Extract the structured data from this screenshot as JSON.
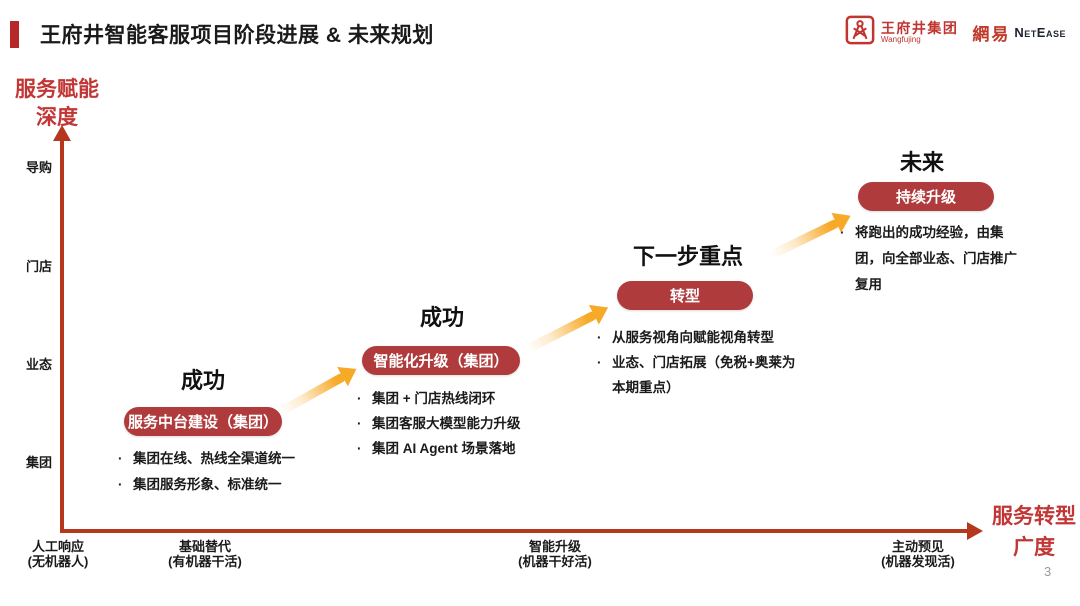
{
  "header": {
    "title": "王府井智能客服项目阶段进展 & 未来规划",
    "logos": {
      "wangfujing_name": "王府井集团",
      "wangfujing_sub": "Wangfujing",
      "netease_cn": "網易",
      "netease_en": "NetEase"
    }
  },
  "y_axis": {
    "label_line1": "服务赋能",
    "label_line2": "深度",
    "ticks": [
      "导购",
      "门店",
      "业态",
      "集团"
    ]
  },
  "x_axis": {
    "label_line1": "服务转型",
    "label_line2": "广度",
    "ticks": [
      {
        "line1": "人工响应",
        "line2": "(无机器人)"
      },
      {
        "line1": "基础替代",
        "line2": "(有机器干活)"
      },
      {
        "line1": "智能升级",
        "line2": "(机器干好活)"
      },
      {
        "line1": "主动预见",
        "line2": "(机器发现活)"
      }
    ]
  },
  "stages": [
    {
      "heading": "成功",
      "pill": "服务中台建设（集团）",
      "bullets": [
        "集团在线、热线全渠道统一",
        "集团服务形象、标准统一"
      ]
    },
    {
      "heading": "成功",
      "pill": "智能化升级（集团）",
      "bullets": [
        "集团 + 门店热线闭环",
        "集团客服大模型能力升级",
        "集团 AI Agent 场景落地"
      ]
    },
    {
      "heading": "下一步重点",
      "pill": "转型",
      "bullets": [
        "从服务视角向赋能视角转型",
        "业态、门店拓展（免税+奥莱为本期重点）"
      ]
    },
    {
      "heading": "未来",
      "pill": "持续升级",
      "bullets": [
        "将跑出的成功经验，由集团，向全部业态、门店推广复用"
      ]
    }
  ],
  "page_number": "3",
  "colors": {
    "title_bar_red": "#B6282A",
    "pill_red": "#B03B3C",
    "axis_red": "#B5381E",
    "label_red": "#C23636",
    "arrow_orange": "#F7A928"
  }
}
